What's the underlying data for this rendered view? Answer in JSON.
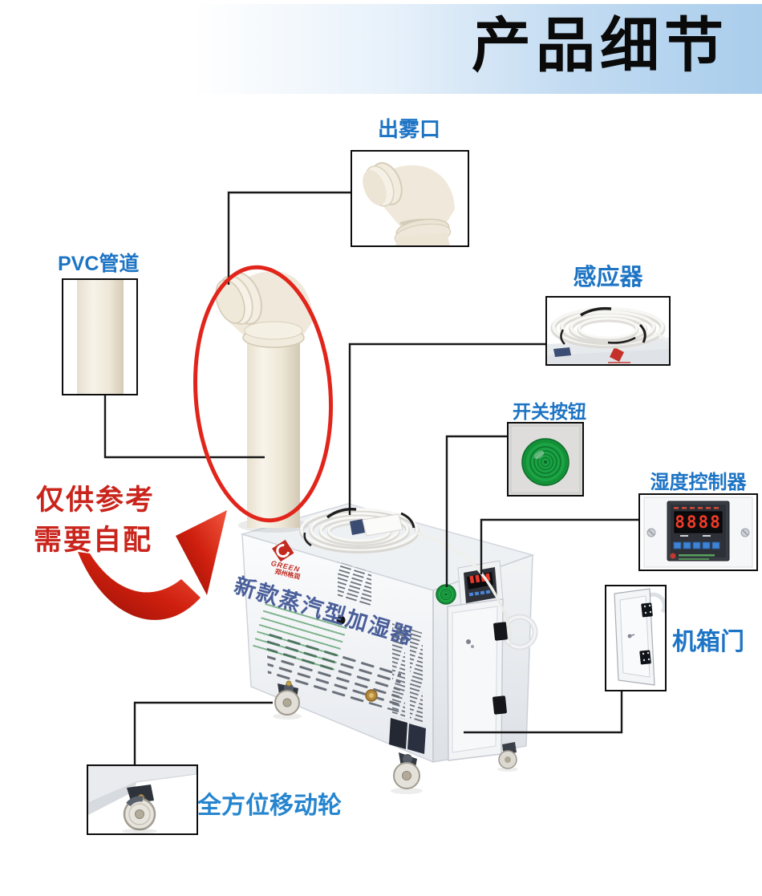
{
  "banner": {
    "title": "产品细节"
  },
  "callouts": {
    "mist_outlet": "出雾口",
    "pvc_pipe": "PVC管道",
    "sensor": "感应器",
    "switch_button": "开关按钮",
    "humidity_controller": "湿度控制器",
    "cabinet_door": "机箱门",
    "wheels": "全方位移动轮"
  },
  "note": {
    "line1": "仅供参考",
    "line2": "需要自配"
  },
  "machine": {
    "brand": "GREEN",
    "brand_sub": "郑州格润",
    "front_title": "新款蒸汽型加湿器",
    "controller_display": "8888"
  },
  "colors": {
    "accent_blue": "#1d74c4",
    "note_red": "#c9251c",
    "banner_blue": "#a9cdec",
    "arrow_red": "#d0200f"
  }
}
